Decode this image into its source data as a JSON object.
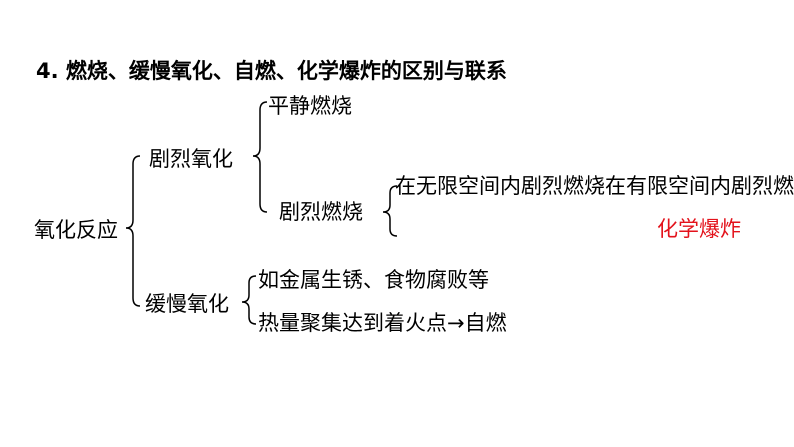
{
  "title": "4. 燃烧、缓慢氧化、自燃、化学爆炸的区别与联系",
  "tree": {
    "root": "氧化反应",
    "branch_fast": "剧烈氧化",
    "calm_burning": "平静燃烧",
    "vigorous_burning": "剧烈燃烧",
    "vigorous_detail": "在无限空间内剧烈燃烧在有限空间内剧烈燃烧",
    "explosion": "化学爆炸",
    "branch_slow": "缓慢氧化",
    "slow_example": "如金属生锈、食物腐败等",
    "slow_result": "热量聚集达到着火点→自燃"
  },
  "colors": {
    "text": "#000000",
    "accent": "#e3121b",
    "background": "#ffffff"
  }
}
